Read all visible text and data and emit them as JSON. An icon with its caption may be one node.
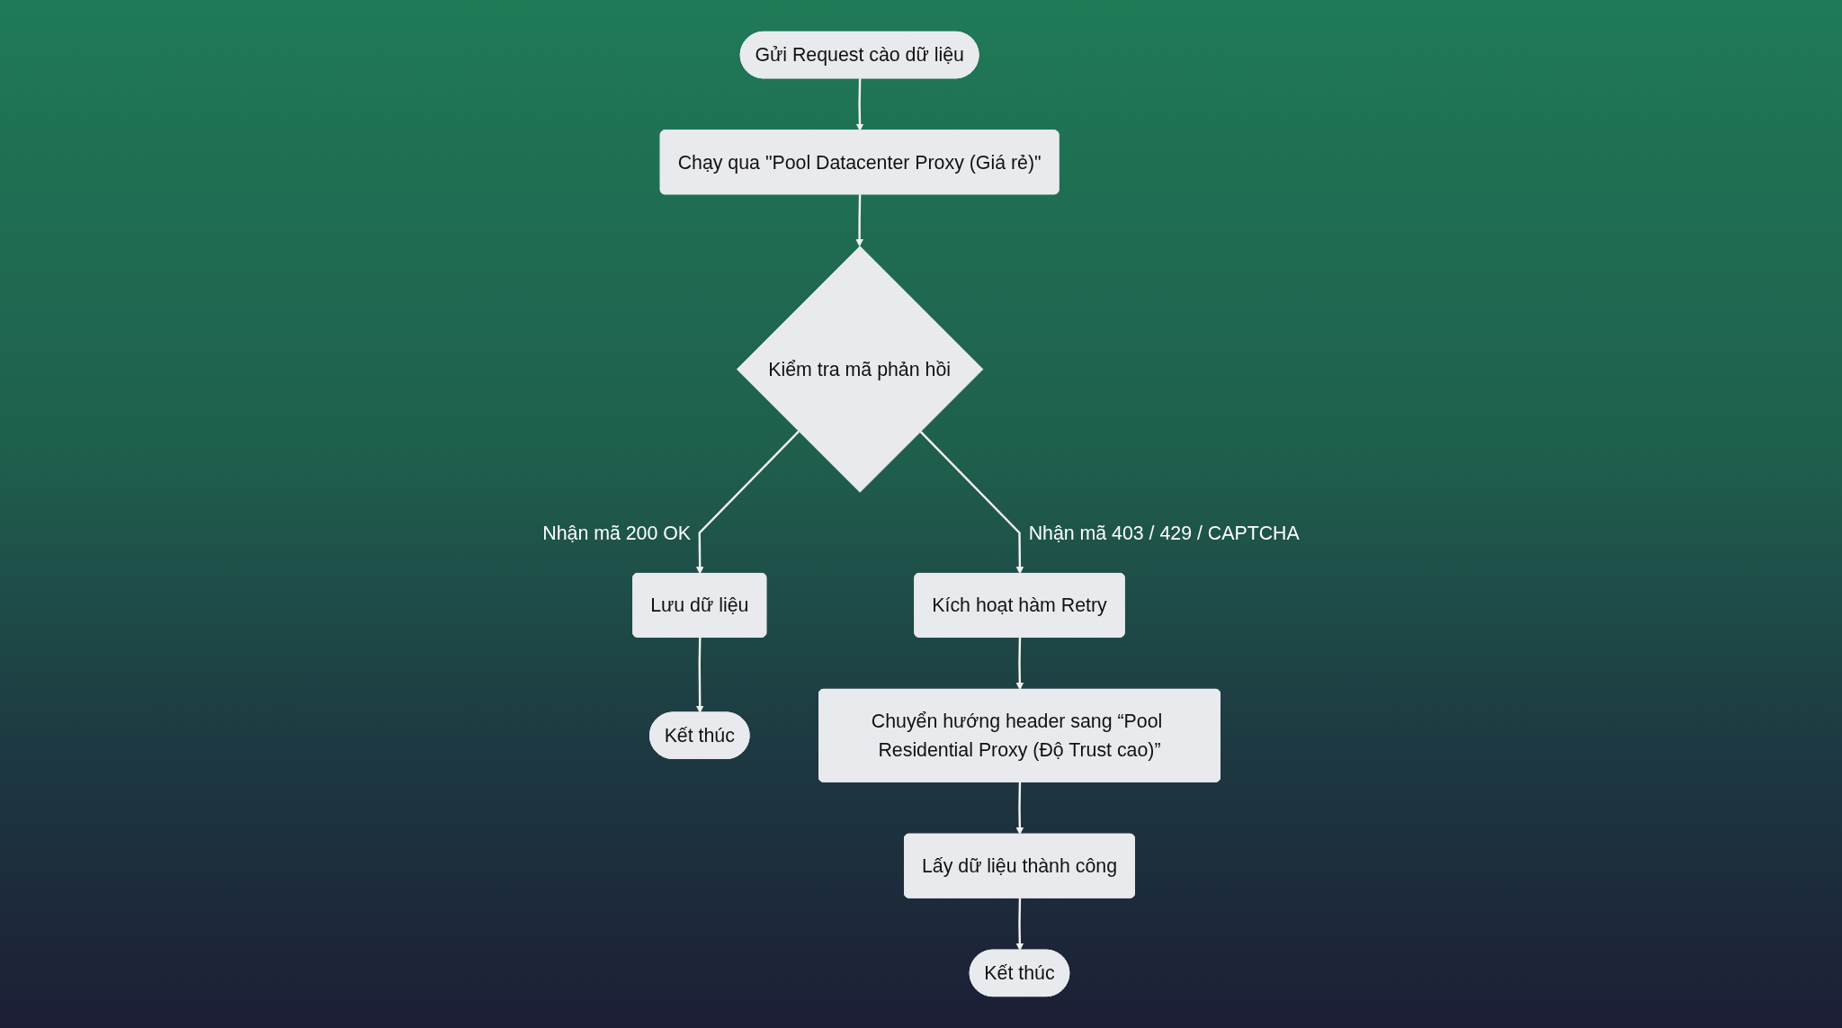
{
  "diagram": {
    "nodes": [
      {
        "text": [
          "Gửi Request cào dữ liệu"
        ]
      },
      {
        "text": [
          "Chạy qua \"Pool Datacenter Proxy (Giá rẻ)\""
        ]
      },
      {
        "text": [
          "Kiểm tra mã phản hồi"
        ]
      },
      {
        "text": [
          "Lưu dữ liệu"
        ]
      },
      {
        "text": [
          "Kết thúc"
        ]
      },
      {
        "text": [
          "Kích hoạt hàm Retry"
        ]
      },
      {
        "text": [
          "Chuyển hướng header sang “Pool Residential Proxy (Độ Trust cao)”"
        ]
      },
      {
        "text": [
          "Lấy dữ liệu thành công"
        ]
      },
      {
        "text": [
          "Kết thúc"
        ]
      }
    ],
    "edges": [
      {
        "from": 0,
        "to": 1,
        "arrow": "to"
      },
      {
        "from": 1,
        "to": 2,
        "arrow": "to"
      },
      {
        "from": 2,
        "to": 3,
        "arrow": "to",
        "label": "Nhận mã 200 OK"
      },
      {
        "from": 3,
        "to": 4,
        "arrow": "to"
      },
      {
        "from": 2,
        "to": 5,
        "arrow": "to",
        "label": "Nhận mã 403 / 429 / CAPTCHA"
      },
      {
        "from": 5,
        "to": 6,
        "arrow": "to"
      },
      {
        "from": 6,
        "to": 7,
        "arrow": "to"
      },
      {
        "from": 7,
        "to": 8,
        "arrow": "to"
      }
    ]
  }
}
